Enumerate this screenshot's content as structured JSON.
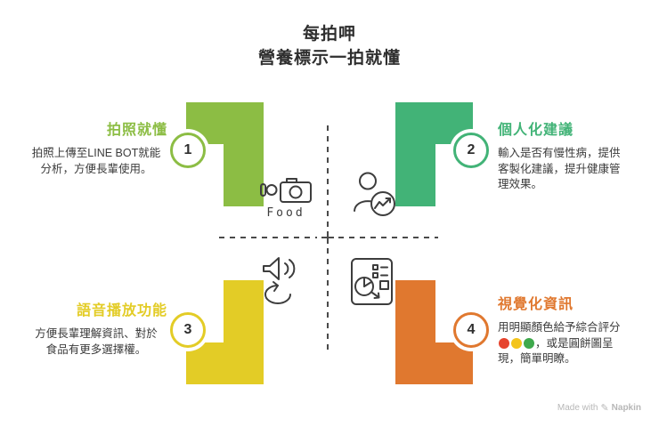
{
  "title": {
    "line1": "每拍呷",
    "line2": "營養標示一拍就懂"
  },
  "quadrants": [
    {
      "number": "1",
      "heading": "拍照就懂",
      "body_lines": [
        "拍照上傳至LINE BOT就能",
        "分析，方便長輩使用。"
      ],
      "accent_color": "#8cbd44"
    },
    {
      "number": "2",
      "heading": "個人化建議",
      "body_lines": [
        "輸入是否有慢性病，提供",
        "客製化建議，提升健康管",
        "理效果。"
      ],
      "accent_color": "#42b377"
    },
    {
      "number": "3",
      "heading": "語音播放功能",
      "body_lines": [
        "方便長輩理解資訊、對於",
        "食品有更多選擇權。"
      ],
      "accent_color": "#e3cc26"
    },
    {
      "number": "4",
      "heading": "視覺化資訊",
      "body_line1": "用明顯顏色給予綜合評分",
      "body_line2_suffix": "，或是圓餅圖呈",
      "body_line3": "現，簡單明瞭。",
      "score_dot_colors": [
        "#e6442e",
        "#f3c41c",
        "#3ea94c"
      ],
      "accent_color": "#e0782f"
    }
  ],
  "center": {
    "camera_label": "Food"
  },
  "icons": {
    "top_left": "camera-food-icon",
    "top_right": "personal-advice-icon",
    "bottom_left": "voice-playback-icon",
    "bottom_right": "visual-report-icon"
  },
  "watermark": {
    "prefix": "Made with",
    "brand": "Napkin"
  },
  "colors": {
    "title_text": "#2e2e2e",
    "body_text": "#3b3b3b",
    "dash_line": "#4a4a4a",
    "icon_stroke": "#3d3d3d",
    "watermark_text": "#b7b7b7"
  }
}
